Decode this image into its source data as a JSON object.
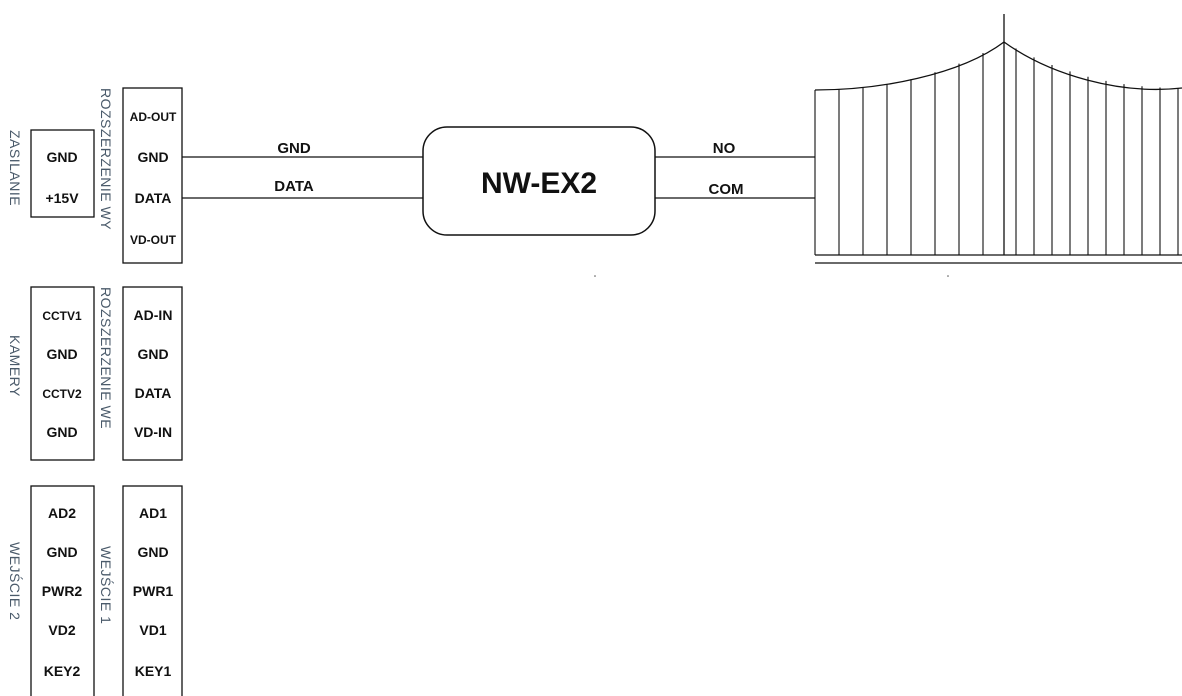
{
  "device": {
    "label": "NW-EX2"
  },
  "wires": {
    "left_top": "GND",
    "left_bottom": "DATA",
    "right_top": "NO",
    "right_bottom": "COM"
  },
  "blocks": {
    "zasilanie": {
      "label": "ZASILANIE",
      "pins": [
        "GND",
        "+15V"
      ]
    },
    "rozszerzenie_wy": {
      "label": "ROZSZERZENIE WY",
      "pins": [
        "AD-OUT",
        "GND",
        "DATA",
        "VD-OUT"
      ]
    },
    "kamery": {
      "label": "KAMERY",
      "pins": [
        "CCTV1",
        "GND",
        "CCTV2",
        "GND"
      ]
    },
    "rozszerzenie_we": {
      "label": "ROZSZERZENIE WE",
      "pins": [
        "AD-IN",
        "GND",
        "DATA",
        "VD-IN"
      ]
    },
    "wejscie_2": {
      "label": "WEJŚCIE 2",
      "pins": [
        "AD2",
        "GND",
        "PWR2",
        "VD2",
        "KEY2"
      ]
    },
    "wejscie_1": {
      "label": "WEJŚCIE 1",
      "pins": [
        "AD1",
        "GND",
        "PWR1",
        "VD1",
        "KEY1"
      ]
    }
  },
  "colors": {
    "line": "#111111",
    "group_label": "#4a5a6a"
  }
}
